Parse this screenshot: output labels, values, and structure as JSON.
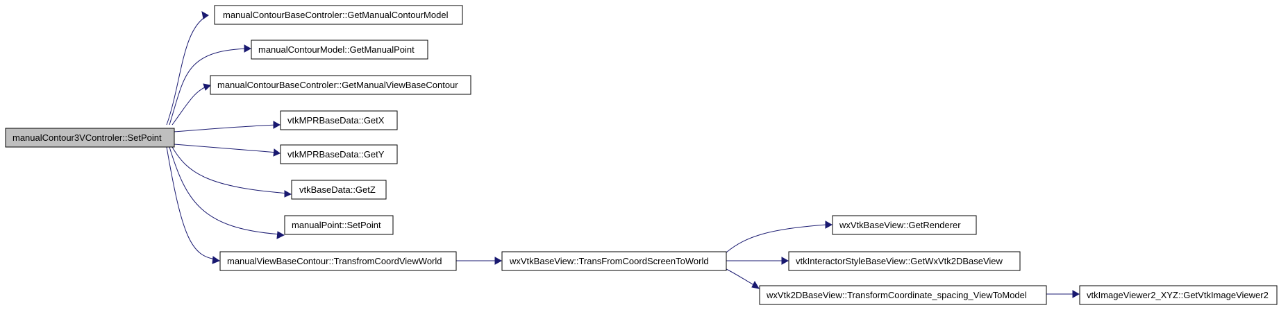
{
  "graph": {
    "nodes": {
      "root": "manualContour3VControler::SetPoint",
      "n1": "manualContourBaseControler::GetManualContourModel",
      "n2": "manualContourModel::GetManualPoint",
      "n3": "manualContourBaseControler::GetManualViewBaseContour",
      "n4": "vtkMPRBaseData::GetX",
      "n5": "vtkMPRBaseData::GetY",
      "n6": "vtkBaseData::GetZ",
      "n7": "manualPoint::SetPoint",
      "n8": "manualViewBaseContour::TransfromCoordViewWorld",
      "n9": "wxVtkBaseView::TransFromCoordScreenToWorld",
      "n10": "wxVtkBaseView::GetRenderer",
      "n11": "vtkInteractorStyleBaseView::GetWxVtk2DBaseView",
      "n12": "wxVtk2DBaseView::TransformCoordinate_spacing_ViewToModel",
      "n13": "vtkImageViewer2_XYZ::GetVtkImageViewer2"
    },
    "colors": {
      "edge": "#191970",
      "root_fill": "#bfbfbf",
      "node_fill": "#ffffff",
      "node_border": "#000000"
    }
  }
}
